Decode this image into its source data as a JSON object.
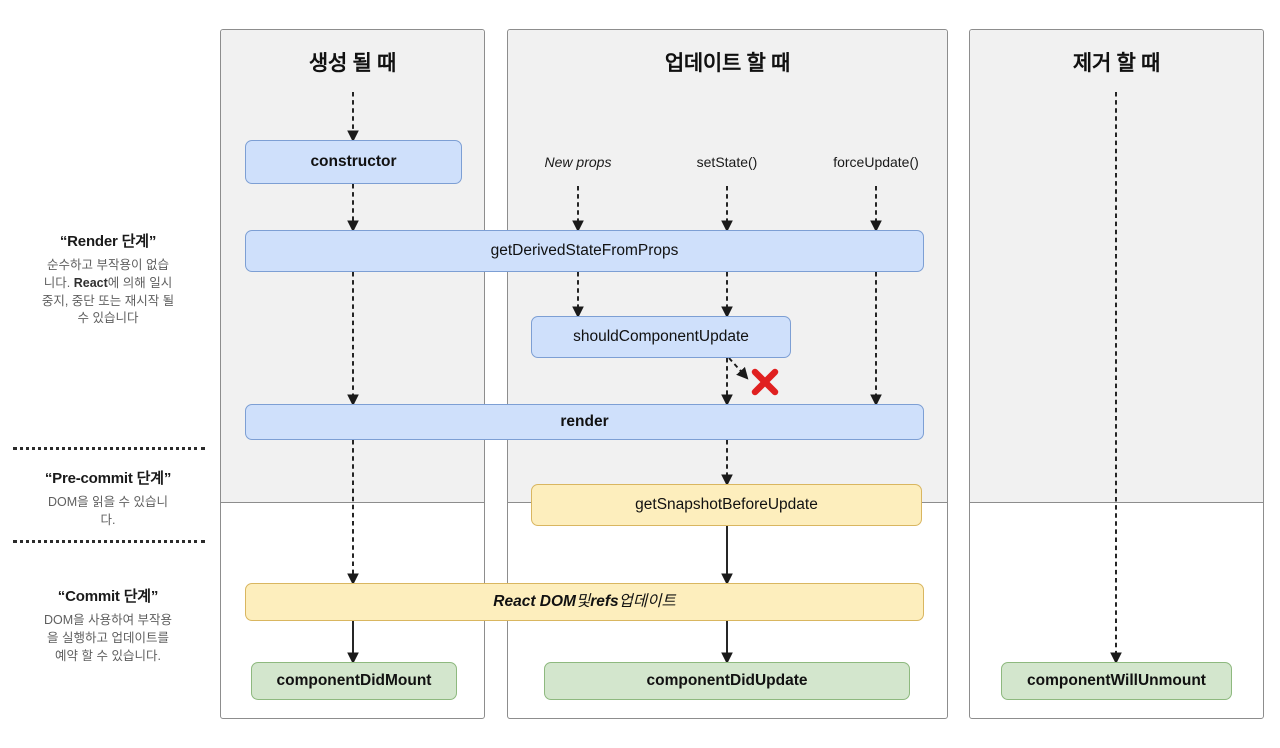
{
  "diagram": {
    "title_hidden": "React Component Lifecycle",
    "phases": [
      {
        "id": "render",
        "title": "“Render 단계”",
        "desc_lines": [
          "순수하고 부작용이 없습",
          "니다. React에 의해 일시",
          "중지, 중단 또는 재시작 될",
          "수 있습니다"
        ],
        "desc_strong": "React"
      },
      {
        "id": "pre-commit",
        "title": "“Pre-commit 단계”",
        "desc_lines": [
          "DOM을 읽을 수 있습니",
          "다."
        ],
        "desc_strong": ""
      },
      {
        "id": "commit",
        "title": "“Commit 단계”",
        "desc_lines": [
          "DOM을 사용하여 부작용",
          "을 실행하고 업데이트를",
          "예약 할 수 있습니다."
        ],
        "desc_strong": ""
      }
    ],
    "columns": [
      {
        "id": "mounting",
        "header": "생성 될 때"
      },
      {
        "id": "updating",
        "header": "업데이트 할 때"
      },
      {
        "id": "unmounting",
        "header": "제거 할 때"
      }
    ],
    "triggers": [
      {
        "id": "new-props",
        "label": "New props",
        "italic": true
      },
      {
        "id": "set-state",
        "label": "setState()",
        "italic": false
      },
      {
        "id": "force-update",
        "label": "forceUpdate()",
        "italic": false
      }
    ],
    "nodes": [
      {
        "id": "constructor",
        "label": "constructor",
        "color": "blue",
        "bold": true,
        "italic": false
      },
      {
        "id": "get-derived-state-from-props",
        "label": "getDerivedStateFromProps",
        "color": "blue",
        "bold": false,
        "italic": false
      },
      {
        "id": "should-component-update",
        "label": "shouldComponentUpdate",
        "color": "blue",
        "bold": false,
        "italic": false
      },
      {
        "id": "render",
        "label": "render",
        "color": "blue",
        "bold": true,
        "italic": false
      },
      {
        "id": "get-snapshot-before-update",
        "label": "getSnapshotBeforeUpdate",
        "color": "yellow",
        "bold": false,
        "italic": false
      },
      {
        "id": "react-dom-refs-update",
        "label": "React DOM 및 refs 업데이트",
        "color": "yellow",
        "bold": false,
        "italic": true
      },
      {
        "id": "component-did-mount",
        "label": "componentDidMount",
        "color": "green",
        "bold": true,
        "italic": false
      },
      {
        "id": "component-did-update",
        "label": "componentDidUpdate",
        "color": "green",
        "bold": true,
        "italic": false
      },
      {
        "id": "component-will-unmount",
        "label": "componentWillUnmount",
        "color": "green",
        "bold": true,
        "italic": false
      }
    ],
    "annotations": [
      {
        "id": "skip-render-cross",
        "symbol": "✖",
        "color": "#e02020",
        "meaning": "shouldComponentUpdate returning false skips render"
      }
    ],
    "colors": {
      "blue_fill": "#cfe0fb",
      "blue_stroke": "#7d9fd4",
      "yellow_fill": "#fdeebd",
      "yellow_stroke": "#d9b660",
      "green_fill": "#d3e6cd",
      "green_stroke": "#8eb97f",
      "panel_shade": "#f1f1f1",
      "panel_stroke": "#8d8d8d",
      "cross_red": "#e02020",
      "text": "#1a1a1a",
      "muted_text": "#5f5f5f"
    }
  }
}
